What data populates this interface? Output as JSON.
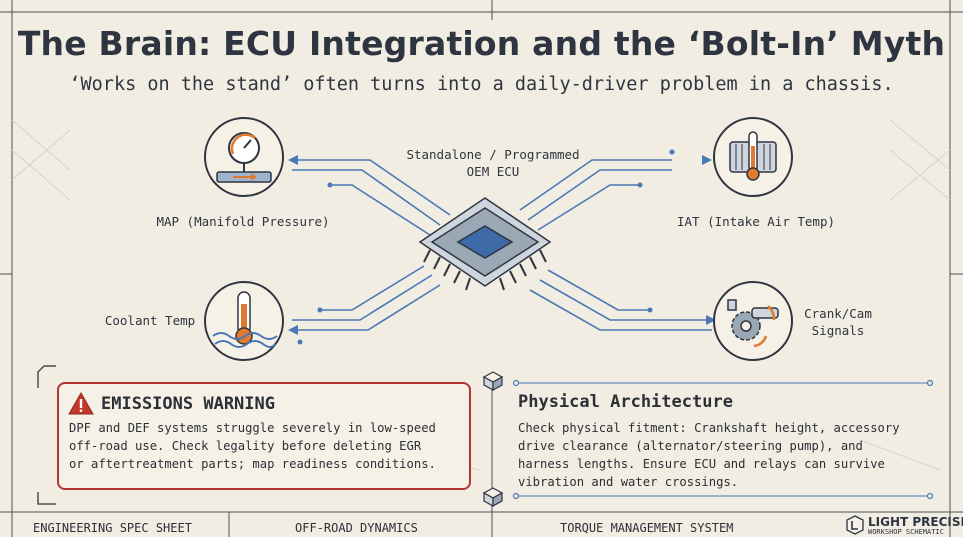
{
  "header": {
    "title": "The Brain: ECU Integration and the ‘Bolt-In’ Myth",
    "subtitle": "‘Works on the stand’ often turns into a daily-driver problem in a chassis."
  },
  "diagram": {
    "ecu_label_line1": "Standalone / Programmed",
    "ecu_label_line2": "OEM ECU",
    "sensors": {
      "map": "MAP (Manifold Pressure)",
      "iat": "IAT (Intake Air Temp)",
      "coolant": "Coolant Temp",
      "crank_line1": "Crank/Cam",
      "crank_line2": "Signals"
    }
  },
  "warning": {
    "title": "EMISSIONS WARNING",
    "line1": "DPF and DEF systems struggle severely in low-speed",
    "line2": "off-road use. Check legality before deleting EGR",
    "line3": "or aftertreatment parts; map readiness conditions."
  },
  "architecture": {
    "title": "Physical Architecture",
    "line1": "Check physical fitment: Crankshaft height, accessory",
    "line2": "drive clearance (alternator/steering pump), and",
    "line3": "harness lengths. Ensure ECU and relays can survive",
    "line4": "vibration and water crossings."
  },
  "footer": {
    "col1": "ENGINEERING SPEC SHEET",
    "col2": "OFF-ROAD DYNAMICS",
    "col3": "TORQUE MANAGEMENT SYSTEM",
    "brand": "LIGHT PRECISION",
    "brand_sub": "WORKSHOP SCHEMATIC"
  },
  "colors": {
    "background": "#f1ede2",
    "ink": "#2e3540",
    "signal_blue": "#4a78b5",
    "accent_orange": "#e07a2e",
    "warning_red": "#b3342a"
  },
  "icons": [
    "gauge-icon",
    "thermometer-icon",
    "coolant-icon",
    "crank-cam-icon",
    "ecu-chip-icon",
    "warning-icon",
    "cube-icon"
  ]
}
